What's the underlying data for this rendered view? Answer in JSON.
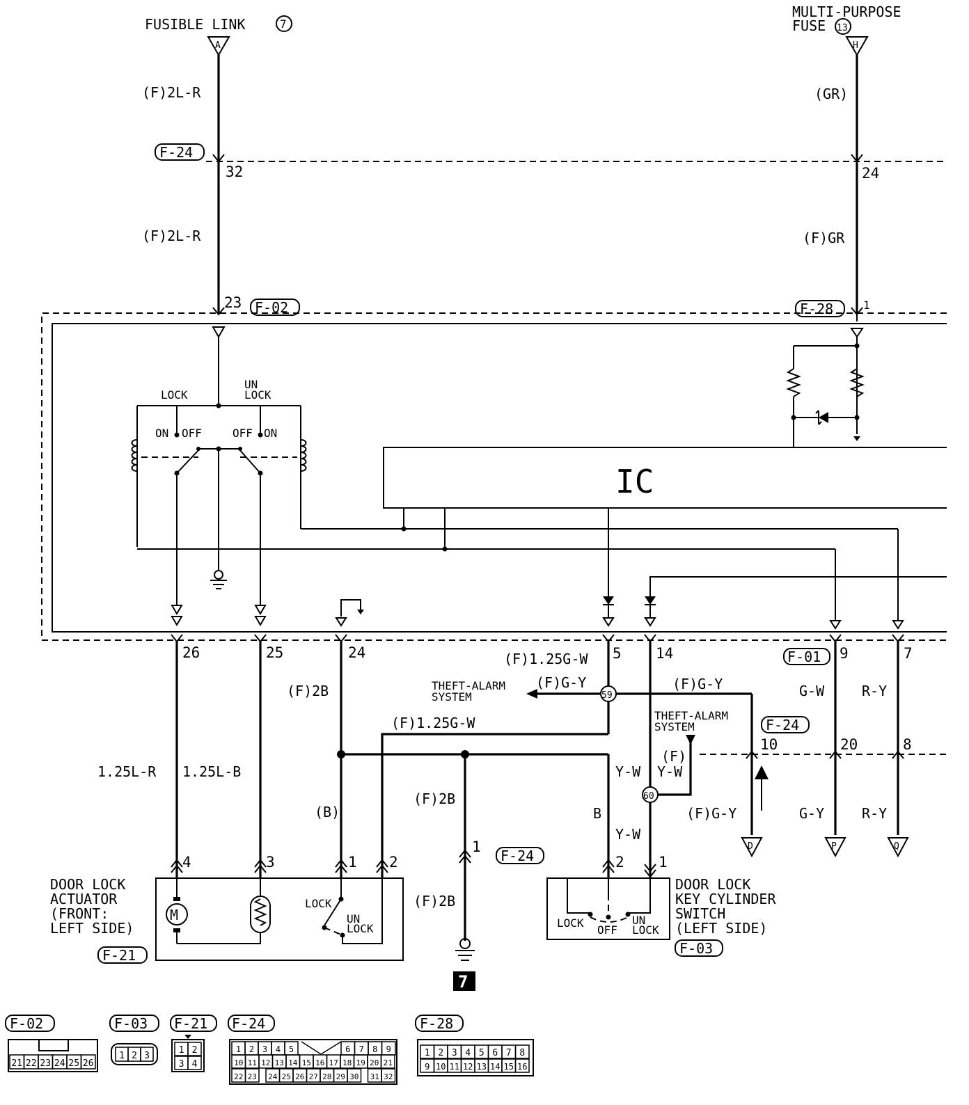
{
  "sources": {
    "fusible_link": "FUSIBLE LINK",
    "fusible_link_no": "7",
    "mp_fuse_line1": "MULTI-PURPOSE",
    "mp_fuse_line2": "FUSE",
    "mp_fuse_no": "13",
    "term_a": "A",
    "term_h": "H"
  },
  "wires": {
    "w_f2lr_top": "(F)2L-R",
    "w_gr_top": "(GR)",
    "w_f2lr_mid": "(F)2L-R",
    "w_fgr_mid": "(F)GR",
    "w_125lr": "1.25L-R",
    "w_125lb": "1.25L-B",
    "w_f2b": "(F)2B",
    "w_b_paren": "(B)",
    "w_f125gw_a": "(F)1.25G-W",
    "w_f125gw_b": "(F)1.25G-W",
    "w_fgy_a": "(F)G-Y",
    "w_fgy_b": "(F)G-Y",
    "w_fgy_c": "(F)G-Y",
    "w_f2b_gnd_a": "(F)2B",
    "w_f2b_gnd_b": "(F)2B",
    "w_yw_a": "Y-W",
    "w_yw_f": "(F)",
    "w_yw_fb": "Y-W",
    "w_b": "B",
    "w_yw_b": "Y-W",
    "w_gw": "G-W",
    "w_ry": "R-Y",
    "w_gy": "G-Y",
    "w_ry_b": "R-Y"
  },
  "connectors": {
    "f24_a": "F-24",
    "f02": "F-02",
    "f28": "F-28",
    "f01": "F-01",
    "f24_b": "F-24",
    "f24_c": "F-24",
    "f21": "F-21",
    "f03": "F-03"
  },
  "pins": {
    "p32": "32",
    "p24_top": "24",
    "p23": "23",
    "p1_top": "1",
    "p26": "26",
    "p25": "25",
    "p24": "24",
    "p5": "5",
    "p14": "14",
    "p9": "9",
    "p7": "7",
    "p10": "10",
    "p20": "20",
    "p8": "8",
    "p4": "4",
    "p3": "3",
    "p1a": "1",
    "p2a": "2",
    "p1g": "1",
    "p2b": "2",
    "p1b": "1"
  },
  "module": {
    "ic": "IC",
    "lock": "LOCK",
    "unlock_1": "UN",
    "unlock_2": "LOCK",
    "on_l": "ON",
    "off_l": "OFF",
    "off_r": "OFF",
    "on_r": "ON"
  },
  "systems": {
    "theft_1a": "THEFT-ALARM",
    "theft_1b": "SYSTEM",
    "theft_2a": "THEFT-ALARM",
    "theft_2b": "SYSTEM"
  },
  "splices": {
    "s59": "59",
    "s60": "60"
  },
  "terminals": {
    "t_d": "D",
    "t_p": "P",
    "t_q": "Q"
  },
  "actuator": {
    "name_1": "DOOR LOCK",
    "name_2": "ACTUATOR",
    "name_3": "(FRONT:",
    "name_4": "LEFT SIDE)",
    "motor": "M",
    "lock": "LOCK",
    "un_1": "UN",
    "un_2": "LOCK"
  },
  "key_switch": {
    "name_1": "DOOR LOCK",
    "name_2": "KEY CYLINDER",
    "name_3": "SWITCH",
    "name_4": "(LEFT SIDE)",
    "lock": "LOCK",
    "off": "OFF",
    "un_1": "UN",
    "un_2": "LOCK"
  },
  "ground": {
    "ground_no": "7"
  },
  "legend": {
    "f02": "F-02",
    "f03": "F-03",
    "f21": "F-21",
    "f24": "F-24",
    "f28": "F-28",
    "f02_pins": [
      "21",
      "22",
      "23",
      "24",
      "25",
      "26"
    ],
    "f03_pins": [
      "1",
      "2",
      "3"
    ],
    "f21_pins": [
      "1",
      "2",
      "3",
      "4"
    ],
    "f24_pins_r1": [
      "1",
      "2",
      "3",
      "4",
      "5",
      "6",
      "7",
      "8",
      "9"
    ],
    "f24_pins_r2": [
      "10",
      "11",
      "12",
      "13",
      "14",
      "15",
      "16",
      "17",
      "18",
      "19",
      "20",
      "21"
    ],
    "f24_pins_r3": [
      "22",
      "23",
      "24",
      "25",
      "26",
      "27",
      "28",
      "29",
      "30",
      "31",
      "32"
    ],
    "f28_pins_r1": [
      "1",
      "2",
      "3",
      "4",
      "5",
      "6",
      "7",
      "8"
    ],
    "f28_pins_r2": [
      "9",
      "10",
      "11",
      "12",
      "13",
      "14",
      "15",
      "16"
    ]
  }
}
